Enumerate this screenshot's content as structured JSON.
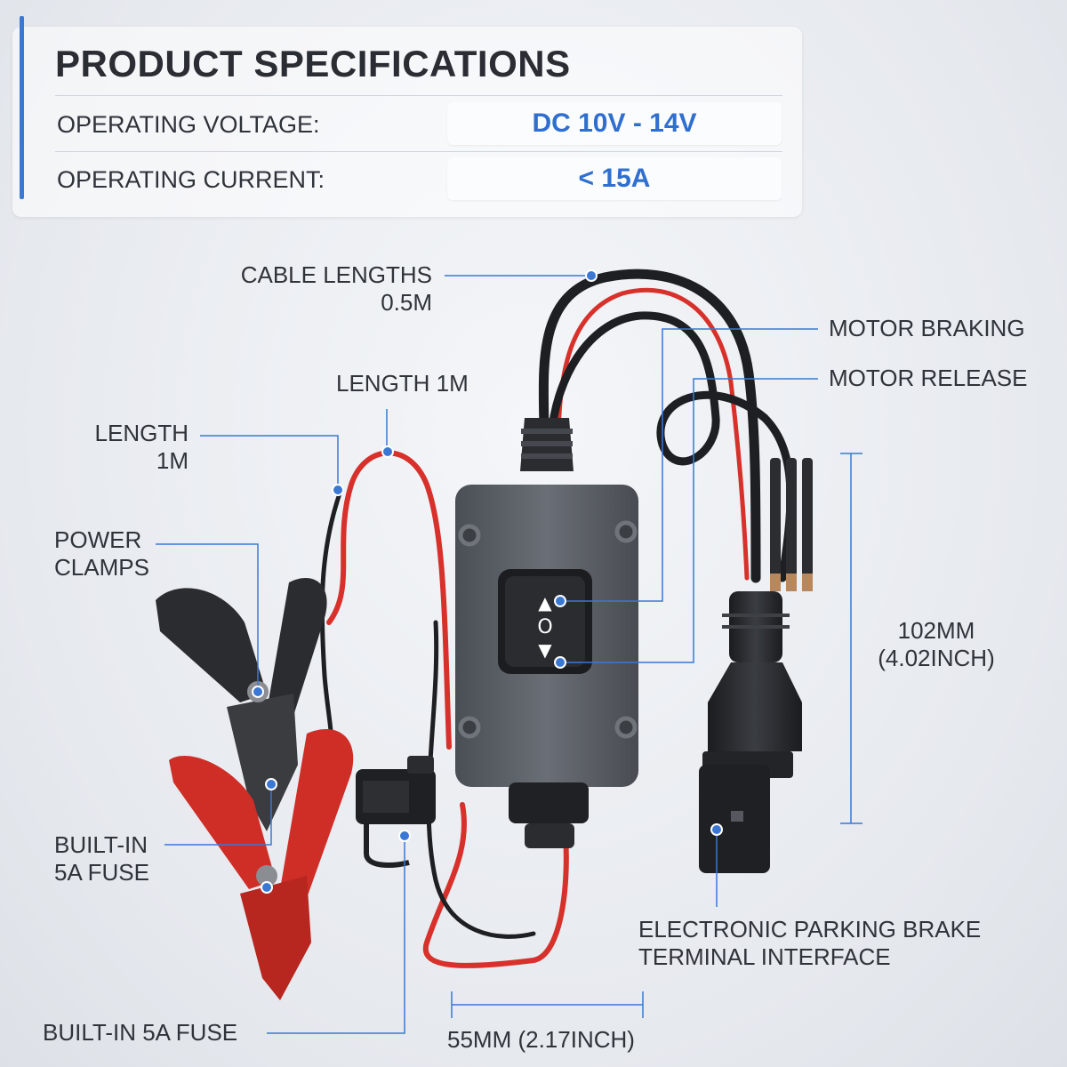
{
  "specs": {
    "title": "PRODUCT SPECIFICATIONS",
    "rows": [
      {
        "label": "OPERATING VOLTAGE:",
        "value": "DC 10V - 14V"
      },
      {
        "label": "OPERATING CURRENT:",
        "value": "< 15A"
      }
    ]
  },
  "callouts": {
    "cable_lengths": "CABLE LENGTHS",
    "cable_lengths_value": "0.5M",
    "length_1m_top": "LENGTH 1M",
    "length_left_1": "LENGTH",
    "length_left_2": "1M",
    "power_clamps_1": "POWER",
    "power_clamps_2": "CLAMPS",
    "fuse_left_1": "BUILT-IN",
    "fuse_left_2": "5A FUSE",
    "fuse_bottom": "BUILT-IN 5A FUSE",
    "motor_braking": "MOTOR BRAKING",
    "motor_release": "MOTOR RELEASE",
    "height_mm": "102MM",
    "height_inch": "(4.02INCH)",
    "width_dim": "55MM (2.17INCH)",
    "epb_1": "ELECTRONIC PARKING BRAKE",
    "epb_2": "TERMINAL INTERFACE"
  },
  "switch_symbols": {
    "up": "▲",
    "center": "O",
    "down": "▼"
  },
  "colors": {
    "accent": "#3a78d4",
    "value_text": "#2e6fd0",
    "leader_line": "#3a78d4",
    "cable_red": "#d8302a",
    "cable_black": "#1d1f22",
    "housing": "#5b5f66"
  },
  "icons": [
    "brake-up-arrow-icon",
    "neutral-circle-icon",
    "release-down-arrow-icon"
  ]
}
